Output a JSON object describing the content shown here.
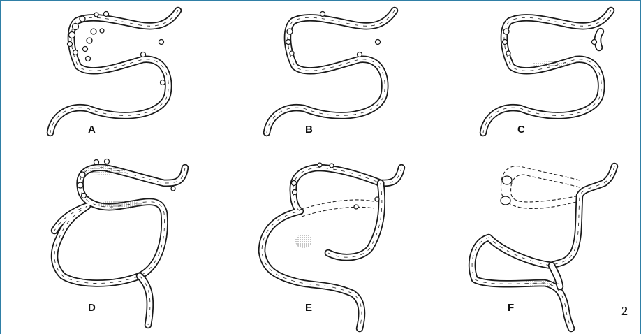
{
  "figure": {
    "number": "2",
    "panels": [
      {
        "label": "A"
      },
      {
        "label": "B"
      },
      {
        "label": "C"
      },
      {
        "label": "D"
      },
      {
        "label": "E"
      },
      {
        "label": "F"
      }
    ]
  },
  "colors": {
    "frame_border": "#2f7fa6",
    "ink": "#1a1a1a",
    "background": "#ffffff"
  }
}
